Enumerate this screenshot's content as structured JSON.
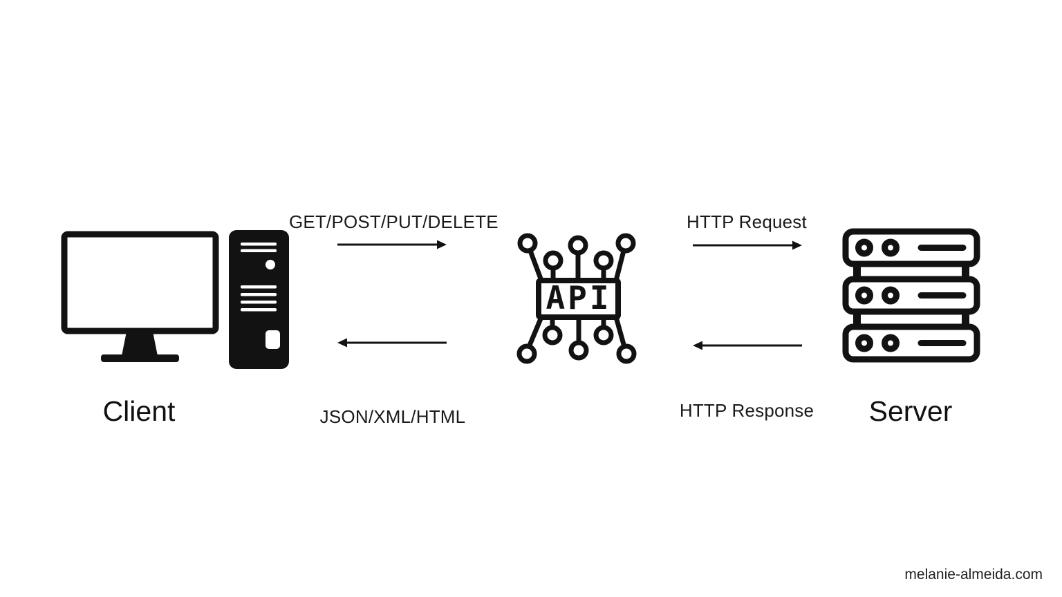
{
  "page": {
    "background_color": "#ffffff",
    "ink_color": "#121212"
  },
  "diagram": {
    "client": {
      "label": "Client",
      "icon": "desktop-computer-icon"
    },
    "api": {
      "label": "API",
      "icon": "api-circuit-chip-icon"
    },
    "server": {
      "label": "Server",
      "icon": "server-rack-icon"
    },
    "flows": [
      {
        "id": "client-to-api",
        "label": "GET/POST/PUT/DELETE",
        "direction": "right"
      },
      {
        "id": "api-to-client",
        "label": "JSON/XML/HTML",
        "direction": "left"
      },
      {
        "id": "api-to-server",
        "label": "HTTP Request",
        "direction": "right"
      },
      {
        "id": "server-to-api",
        "label": "HTTP Response",
        "direction": "left"
      }
    ]
  },
  "watermark": "melanie-almeida.com"
}
